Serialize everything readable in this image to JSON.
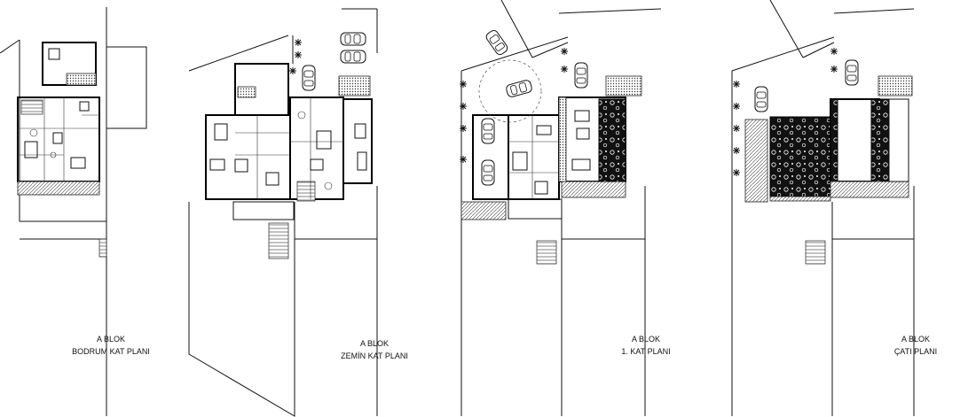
{
  "plans": [
    {
      "id": "bodrum",
      "block": "A BLOK",
      "floor": "BODRUM KAT PLANI"
    },
    {
      "id": "zemin",
      "block": "A BLOK",
      "floor": "ZEMİN KAT PLANI"
    },
    {
      "id": "kat1",
      "block": "A BLOK",
      "floor": "1. KAT PLANI"
    },
    {
      "id": "cati",
      "block": "A BLOK",
      "floor": "ÇATI  PLANI"
    }
  ]
}
